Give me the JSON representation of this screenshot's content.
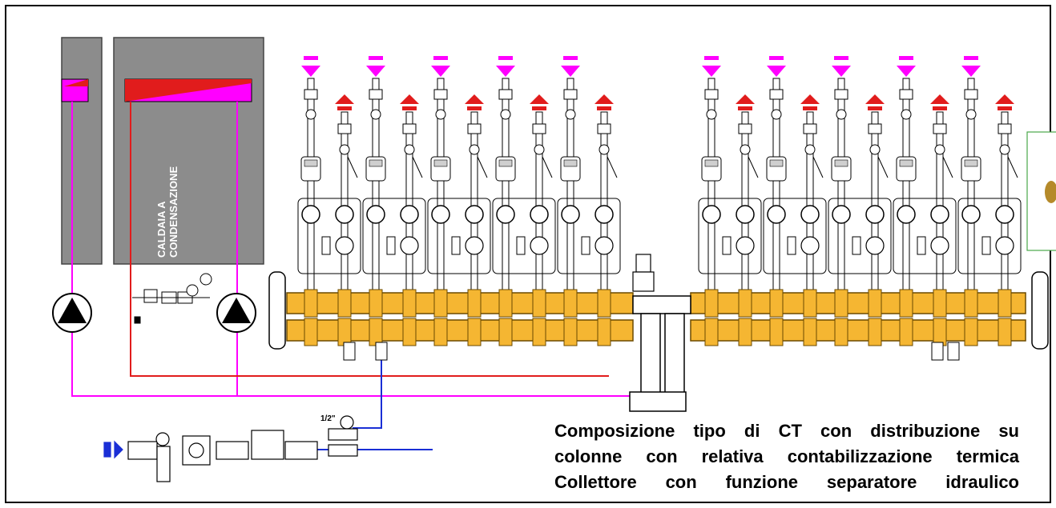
{
  "diagram": {
    "boiler_label_line1": "CALDAIA A",
    "boiler_label_line2": "CONDENSAZIONE",
    "fitting_label": "1/2\"",
    "caption_lines": [
      "Composizione tipo di CT con distribuzione su",
      "colonne con relativa contabilizzazione termica",
      "Collettore con funzione separatore idraulico"
    ],
    "colors": {
      "boiler_gray": "#8c8c8c",
      "flow_red": "#e11c1c",
      "return_magenta": "#ff00ff",
      "collector_orange": "#f5b632",
      "water_blue": "#1a2fd6"
    },
    "left_group_count": 5,
    "right_group_count": 5
  }
}
